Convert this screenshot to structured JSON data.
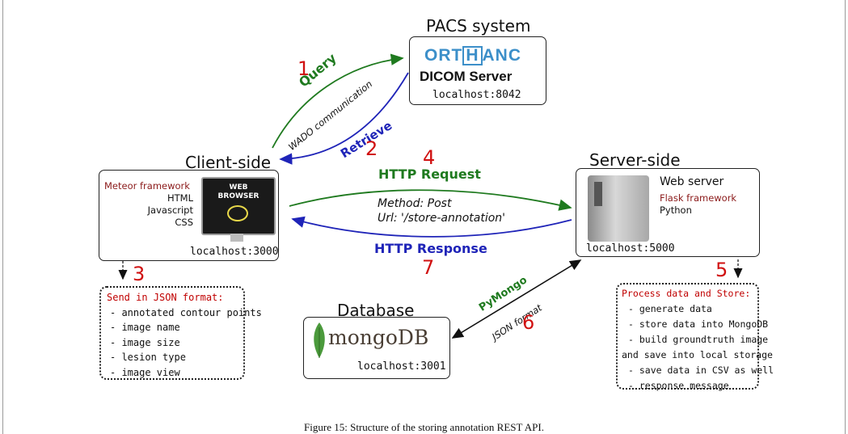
{
  "pacs": {
    "title": "PACS system",
    "logo_text_left": "ORT",
    "logo_text_mid": "H",
    "logo_text_right": "ANC",
    "logo_sub": "DICOM Server",
    "host": "localhost:8042"
  },
  "client": {
    "title": "Client-side",
    "framework": "Meteor framework",
    "tech": [
      "HTML",
      "Javascript",
      "CSS"
    ],
    "monitor_label_1": "WEB",
    "monitor_label_2": "BROWSER",
    "host": "localhost:3000"
  },
  "server": {
    "title": "Server-side",
    "name": "Web server",
    "framework": "Flask framework",
    "language": "Python",
    "host": "localhost:5000"
  },
  "database": {
    "title": "Database",
    "logo_text": "mongoDB",
    "host": "localhost:3001"
  },
  "flows": {
    "query": {
      "num": "1",
      "label": "Query"
    },
    "wado": "WADO communication",
    "retrieve": {
      "num": "2",
      "label": "Retrieve"
    },
    "request": {
      "num": "4",
      "label": "HTTP Request"
    },
    "method": "Method: Post",
    "url": "Url: '/store-annotation'",
    "response": {
      "num": "7",
      "label": "HTTP Response"
    },
    "pymongo": "PyMongo",
    "json_format": "JSON format",
    "json_num": "6"
  },
  "client_note": {
    "num": "3",
    "heading": "Send in JSON format:",
    "items": [
      "- annotated contour points",
      "- image name",
      "- image size",
      "- lesion type",
      "- image view"
    ]
  },
  "server_note": {
    "num": "5",
    "heading": "Process data and Store:",
    "items": [
      "- generate data",
      "- store data into MongoDB",
      "- build groundtruth image",
      "and save into local storage",
      "- save data in CSV as well",
      "- response message"
    ]
  },
  "caption": "Figure 15: Structure of the storing annotation REST API.",
  "colors": {
    "green": "#1f7a1f",
    "blue": "#1f24b8",
    "red": "#d01010",
    "dark_red": "#8b1a1a"
  }
}
